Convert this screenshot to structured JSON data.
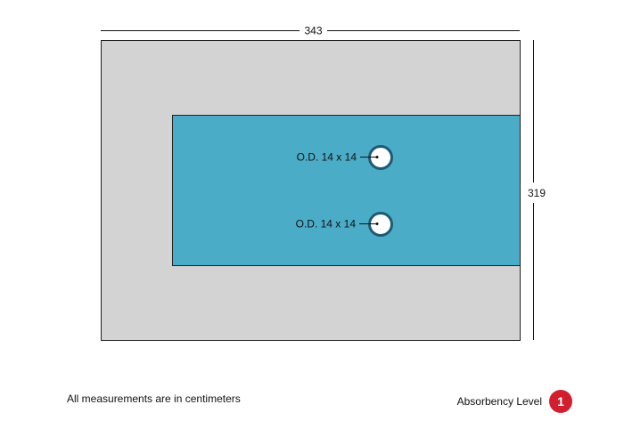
{
  "dimensions": {
    "width": "343",
    "height": "319"
  },
  "drains": [
    {
      "label": "O.D. 14 x 14"
    },
    {
      "label": "O.D. 14 x 14"
    }
  ],
  "footer": {
    "note": "All measurements are in centimeters"
  },
  "legend": {
    "label": "Absorbency Level",
    "level": "1"
  },
  "colors": {
    "outer_area": "#d3d3d3",
    "inner_area": "#4aacc7",
    "drain_ring": "#1f5a74",
    "badge": "#d21f2f"
  }
}
